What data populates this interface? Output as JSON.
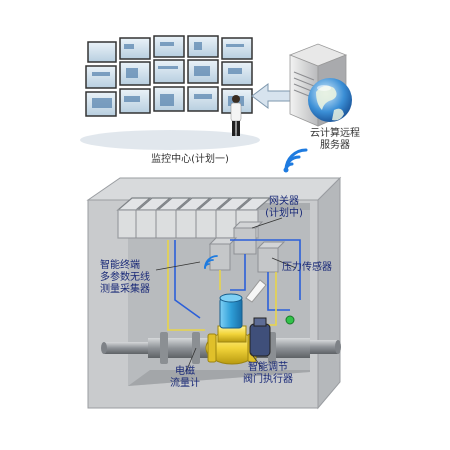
{
  "labels": {
    "monitoring_center": "监控中心(计划一)",
    "cloud_server_line1": "云计算远程",
    "cloud_server_line2": "服务器",
    "gateway_line1": "网关器",
    "gateway_line2": "(计划中)",
    "sensor_left_line1": "智能终端",
    "sensor_left_line2": "多参数无线",
    "sensor_left_line3": "测量采集器",
    "pressure_sensor": "压力传感器",
    "electromagnetic_line1": "电磁",
    "electromagnetic_line2": "流量计",
    "valve_line1": "智能调节",
    "valve_line2": "阀门执行器"
  },
  "colors": {
    "pit_wall": "#c9cbcd",
    "pit_inner": "#b8bbbe",
    "pipe": "#9a9ea3",
    "valve_yellow": "#f2d43a",
    "motor_blue": "#2f9fd8",
    "wire_blue": "#2b5fd9",
    "wire_yellow": "#e8d44a",
    "label_text": "#1a2a78",
    "wifi": "#1e7be0"
  },
  "icons": [
    "monitor-wall-icon",
    "operator-icon",
    "server-icon",
    "globe-icon",
    "arrow-left-icon",
    "wifi-icon"
  ]
}
